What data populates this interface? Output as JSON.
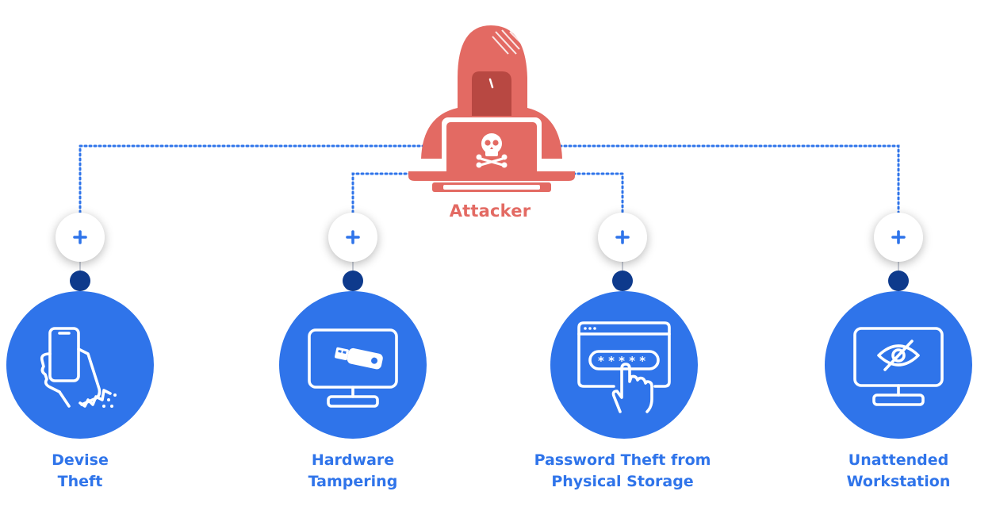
{
  "attacker": {
    "label": "Attacker",
    "icon": "hooded-hacker-icon",
    "color": "#e36a63"
  },
  "colors": {
    "node_fill": "#2f74ea",
    "connector_dot": "#0e3a8c",
    "plus_color": "#2f74ea",
    "dotted_line": "#2f74ea",
    "label_color": "#2f74ea"
  },
  "nodes": [
    {
      "id": "device-theft",
      "label_line1": "Devise",
      "label_line2": "Theft",
      "icon": "phone-in-hand-icon",
      "expand_label": "+"
    },
    {
      "id": "hardware-tampering",
      "label_line1": "Hardware",
      "label_line2": "Tampering",
      "icon": "monitor-usb-icon",
      "expand_label": "+"
    },
    {
      "id": "password-theft",
      "label_line1": "Password Theft from",
      "label_line2": "Physical Storage",
      "icon": "browser-password-icon",
      "expand_label": "+"
    },
    {
      "id": "unattended-workstation",
      "label_line1": "Unattended",
      "label_line2": "Workstation",
      "icon": "monitor-hidden-eye-icon",
      "expand_label": "+"
    }
  ]
}
